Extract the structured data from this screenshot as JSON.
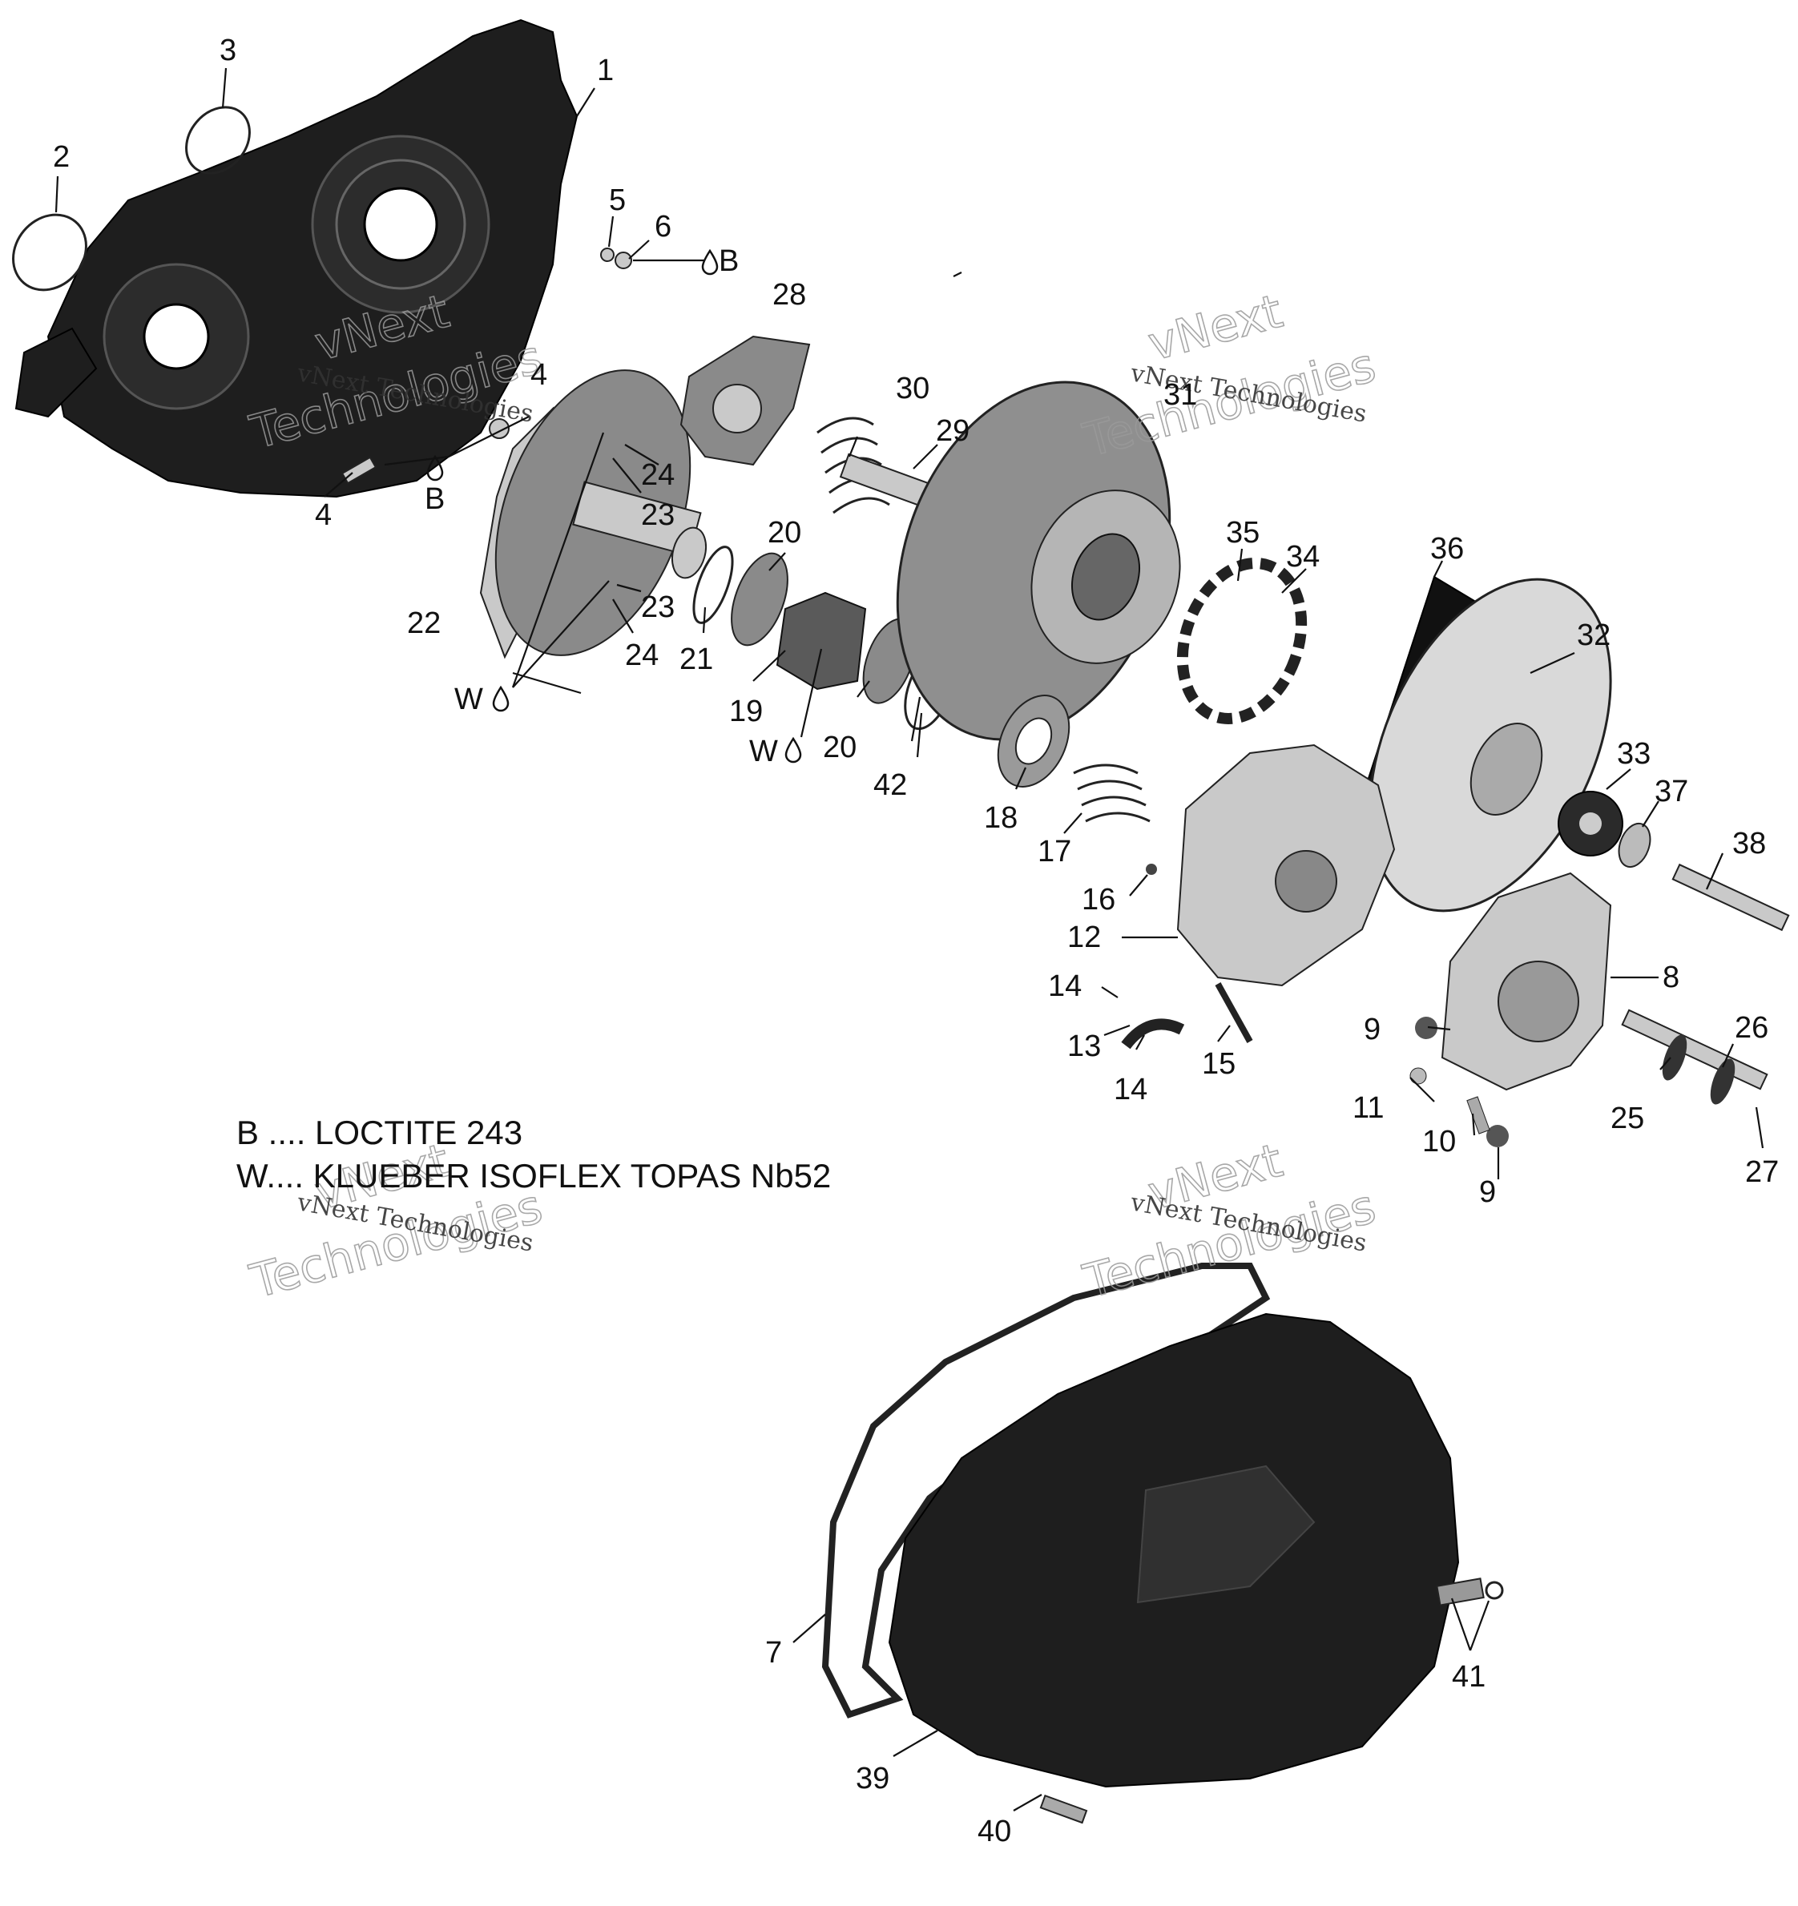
{
  "callouts": [
    {
      "id": "1",
      "text": "1"
    },
    {
      "id": "2",
      "text": "2"
    },
    {
      "id": "3",
      "text": "3"
    },
    {
      "id": "4a",
      "text": "4"
    },
    {
      "id": "4b",
      "text": "4"
    },
    {
      "id": "5",
      "text": "5"
    },
    {
      "id": "6",
      "text": "6"
    },
    {
      "id": "7",
      "text": "7"
    },
    {
      "id": "8",
      "text": "8"
    },
    {
      "id": "9a",
      "text": "9"
    },
    {
      "id": "9b",
      "text": "9"
    },
    {
      "id": "10",
      "text": "10"
    },
    {
      "id": "11",
      "text": "11"
    },
    {
      "id": "12",
      "text": "12"
    },
    {
      "id": "13",
      "text": "13"
    },
    {
      "id": "14a",
      "text": "14"
    },
    {
      "id": "14b",
      "text": "14"
    },
    {
      "id": "15",
      "text": "15"
    },
    {
      "id": "16",
      "text": "16"
    },
    {
      "id": "17",
      "text": "17"
    },
    {
      "id": "18",
      "text": "18"
    },
    {
      "id": "19",
      "text": "19"
    },
    {
      "id": "20a",
      "text": "20"
    },
    {
      "id": "20b",
      "text": "20"
    },
    {
      "id": "21",
      "text": "21"
    },
    {
      "id": "22",
      "text": "22"
    },
    {
      "id": "23a",
      "text": "23"
    },
    {
      "id": "23b",
      "text": "23"
    },
    {
      "id": "24a",
      "text": "24"
    },
    {
      "id": "24b",
      "text": "24"
    },
    {
      "id": "25",
      "text": "25"
    },
    {
      "id": "26",
      "text": "26"
    },
    {
      "id": "27",
      "text": "27"
    },
    {
      "id": "28",
      "text": "28"
    },
    {
      "id": "29",
      "text": "29"
    },
    {
      "id": "30",
      "text": "30"
    },
    {
      "id": "31",
      "text": "31"
    },
    {
      "id": "32",
      "text": "32"
    },
    {
      "id": "33",
      "text": "33"
    },
    {
      "id": "34",
      "text": "34"
    },
    {
      "id": "35",
      "text": "35"
    },
    {
      "id": "36",
      "text": "36"
    },
    {
      "id": "37",
      "text": "37"
    },
    {
      "id": "38",
      "text": "38"
    },
    {
      "id": "39",
      "text": "39"
    },
    {
      "id": "40",
      "text": "40"
    },
    {
      "id": "41",
      "text": "41"
    },
    {
      "id": "42",
      "text": "42"
    }
  ],
  "lubricant_marks": {
    "b_upper": "B",
    "b_mid": "B",
    "w_left": "W",
    "w_center": "W"
  },
  "legend": {
    "line1": "B .... LOCTITE 243",
    "line2": "W.... KLUEBER ISOFLEX TOPAS Nb52"
  },
  "watermarks": {
    "brand_big_1": "vNext",
    "brand_big_2": "Technologies",
    "brand_small": "vNext Technologies"
  }
}
